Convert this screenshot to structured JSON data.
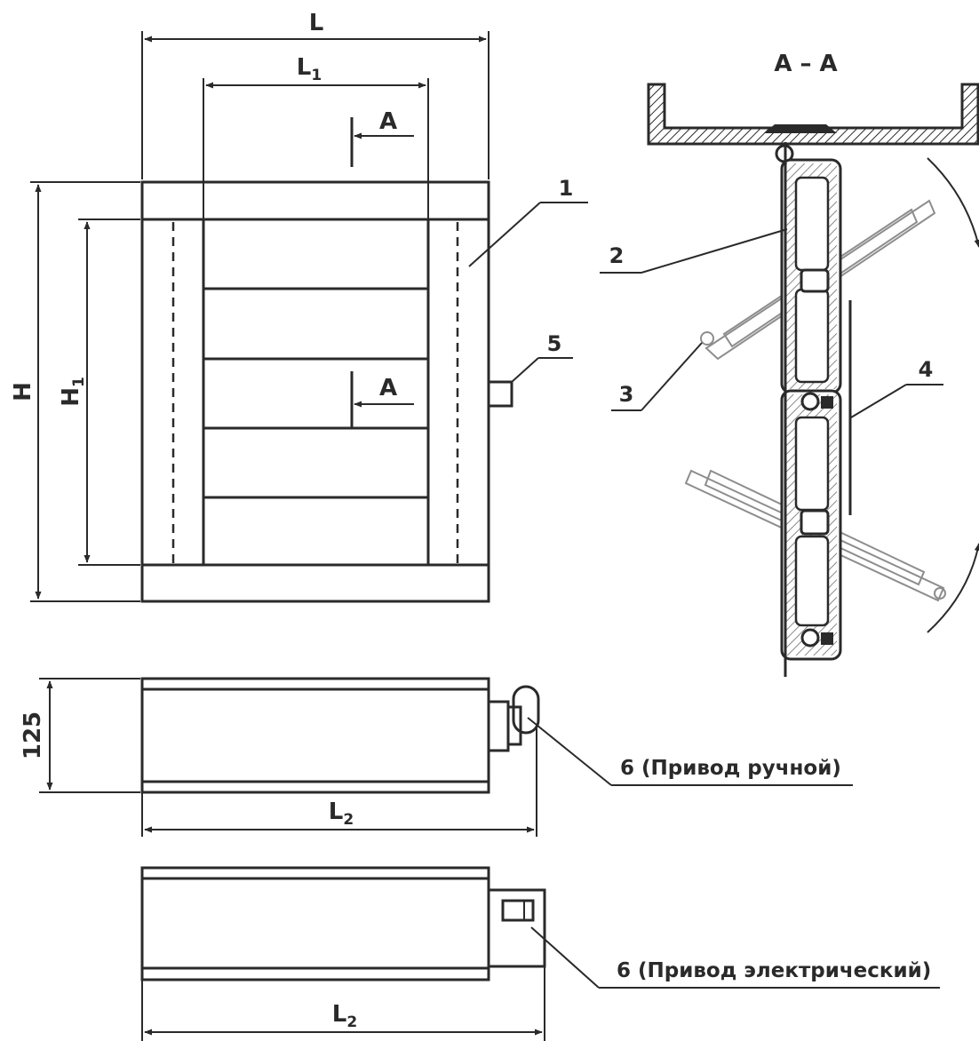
{
  "dimensions": {
    "L": {
      "main": "L",
      "sub": ""
    },
    "L1": {
      "main": "L",
      "sub": "1"
    },
    "H": {
      "main": "H",
      "sub": ""
    },
    "H1": {
      "main": "H",
      "sub": "1"
    },
    "depth": "125",
    "L2_manual": {
      "main": "L",
      "sub": "2"
    },
    "L2_electric": {
      "main": "L",
      "sub": "2"
    }
  },
  "section": {
    "marker": "A",
    "title": "A – A"
  },
  "callouts": [
    "1",
    "2",
    "3",
    "4",
    "5"
  ],
  "drive_labels": {
    "manual": "6 (Привод ручной)",
    "electric": "6 (Привод электрический)"
  },
  "colors": {
    "line": "#2a2a2a",
    "ghost_line": "#8d8d8d",
    "background": "#ffffff"
  }
}
